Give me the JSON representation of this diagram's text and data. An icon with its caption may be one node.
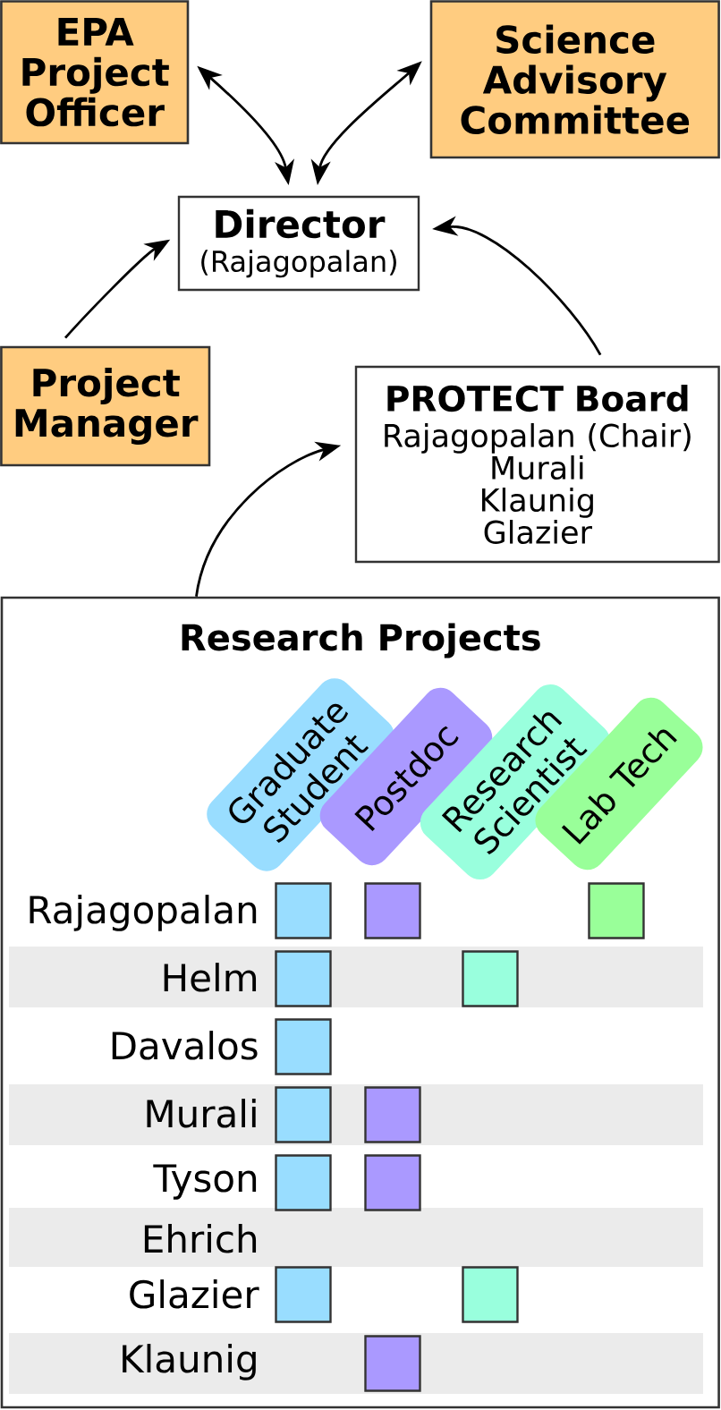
{
  "diagram": {
    "nodes": [
      {
        "text": [
          "EPA Project Officer"
        ]
      },
      {
        "text": [
          "Science Advisory Committee"
        ]
      },
      {
        "text": [
          "Director",
          "(Rajagopalan)"
        ]
      },
      {
        "text": [
          "Project Manager"
        ]
      },
      {
        "text": [
          "PROTECT Board",
          "Rajagopalan (Chair)",
          "Murali",
          "Klaunig",
          "Glazier"
        ]
      },
      {
        "text": [
          "Research Projects"
        ]
      },
      {
        "text": [
          "Graduate Student"
        ],
        "in": 5
      },
      {
        "text": [
          "Postdoc"
        ],
        "in": 5
      },
      {
        "text": [
          "Research Scientist"
        ],
        "in": 5
      },
      {
        "text": [
          "Lab Tech"
        ],
        "in": 5
      },
      {
        "text": [],
        "shape": "box",
        "in": 5
      },
      {
        "text": [],
        "shape": "box",
        "in": 5
      },
      {
        "text": [],
        "shape": "box",
        "in": 5
      },
      {
        "text": [],
        "shape": "box",
        "in": 5
      },
      {
        "text": [],
        "shape": "box",
        "in": 5
      },
      {
        "text": [],
        "shape": "box",
        "in": 5
      },
      {
        "text": [],
        "shape": "box",
        "in": 5
      },
      {
        "text": [],
        "shape": "box",
        "in": 5
      },
      {
        "text": [],
        "shape": "box",
        "in": 5
      },
      {
        "text": [],
        "shape": "box",
        "in": 5
      },
      {
        "text": [],
        "shape": "box",
        "in": 5
      },
      {
        "text": [],
        "shape": "box",
        "in": 5
      },
      {
        "text": [],
        "shape": "box",
        "in": 5
      }
    ],
    "edges": [
      {
        "from": 0,
        "to": 2,
        "arrow": "both"
      },
      {
        "from": 1,
        "to": 2,
        "arrow": "both"
      },
      {
        "from": 3,
        "to": 2,
        "arrow": "to"
      },
      {
        "from": 4,
        "to": 2,
        "arrow": "to"
      },
      {
        "from": 5,
        "to": 4,
        "arrow": "to"
      }
    ],
    "labels": [
      "Rajagopalan",
      "Helm",
      "Davalos",
      "Murali",
      "Tyson",
      "Ehrich",
      "Glazier",
      "Klaunig"
    ]
  }
}
